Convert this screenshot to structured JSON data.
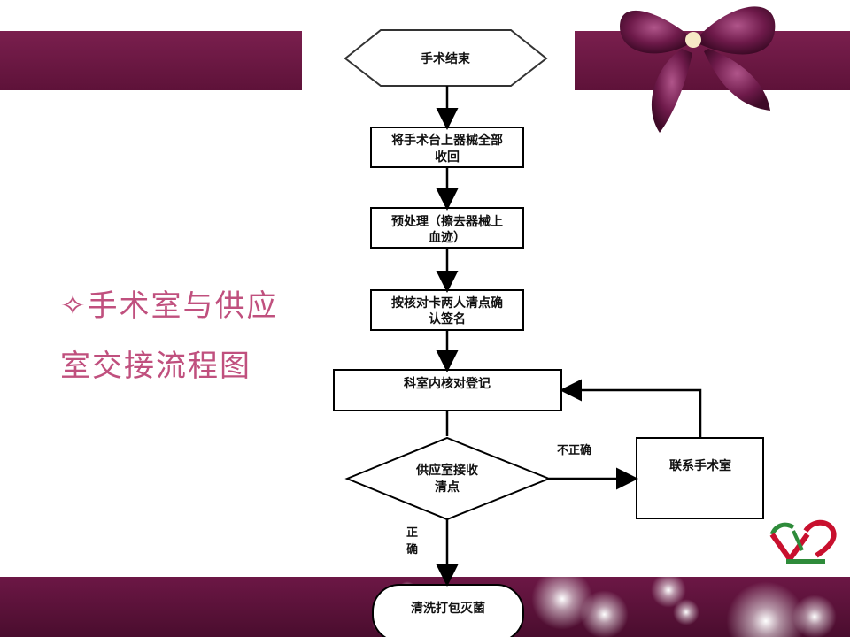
{
  "title": {
    "line1": "✧手术室与供应",
    "line2": "室交接流程图"
  },
  "nodes": {
    "start": "手术结束",
    "step1_line1": "将手术台上器械全部",
    "step1_line2": "收回",
    "step2_line1": "预处理（擦去器械上",
    "step2_line2": "血迹）",
    "step3_line1": "按核对卡两人清点确",
    "step3_line2": "认签名",
    "register": "科室内核对登记",
    "decision_line1": "供应室接收",
    "decision_line2": "清点",
    "contact": "联系手术室",
    "end": "清洗打包灭菌"
  },
  "edges": {
    "incorrect": "不正确",
    "correct_1": "正",
    "correct_2": "确"
  },
  "colors": {
    "band": "#6c1745",
    "title_text": "#c0507e",
    "line": "#000000"
  },
  "icons": {
    "bow": "ribbon-bow-decoration",
    "logo": "hospital-logo"
  }
}
